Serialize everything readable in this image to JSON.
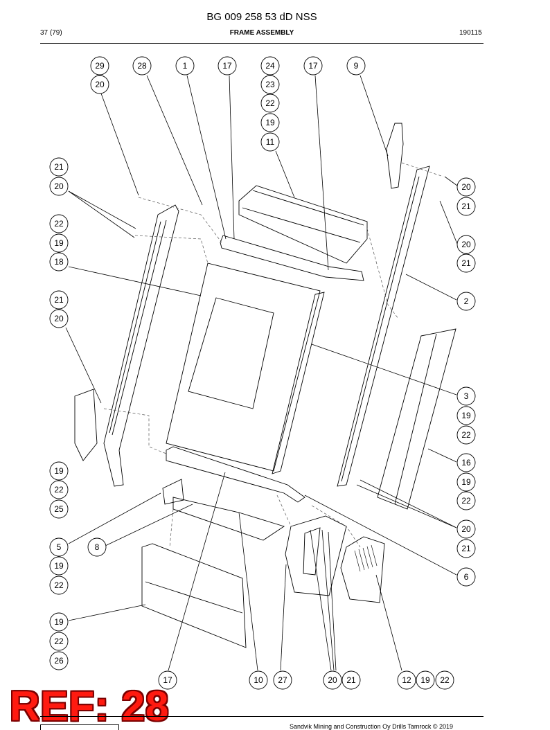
{
  "header": {
    "doc_title": "BG 009 258 53 dD NSS",
    "page": "37 (79)",
    "section": "FRAME ASSEMBLY",
    "date": "190115"
  },
  "stamp": {
    "text": "REF: 28"
  },
  "footer": {
    "copyright": "Sandvik Mining and Construction Oy Drills Tamrock © 2019"
  },
  "callouts": [
    "29",
    "20",
    "28",
    "1",
    "17",
    "24",
    "23",
    "22",
    "19",
    "11",
    "17",
    "9",
    "21",
    "20",
    "22",
    "19",
    "18",
    "21",
    "20",
    "19",
    "22",
    "25",
    "5",
    "8",
    "19",
    "22",
    "19",
    "22",
    "26",
    "17",
    "10",
    "27",
    "20",
    "21",
    "12",
    "19",
    "22",
    "20",
    "21",
    "20",
    "21",
    "2",
    "3",
    "19",
    "22",
    "16",
    "19",
    "22",
    "20",
    "21",
    "6"
  ],
  "colors": {
    "stamp_fill": "#ff1a10",
    "stamp_outline": "#7a0000"
  }
}
